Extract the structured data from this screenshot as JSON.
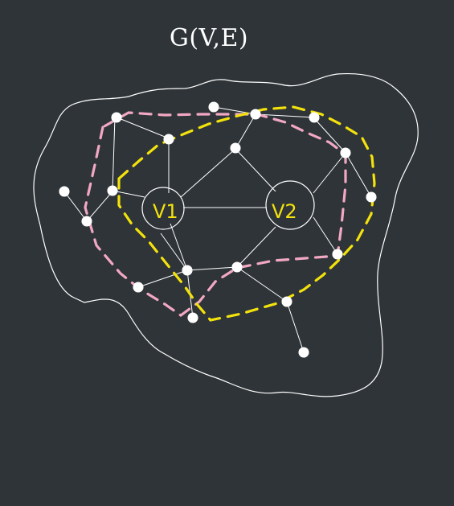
{
  "diagram": {
    "title": "G(V,E)",
    "labels": {
      "v1": "V1",
      "v2": "V2"
    },
    "colors": {
      "background": "#2f3438",
      "outline": "#ffffff",
      "pink_path": "#f2a8c3",
      "yellow_path": "#f3e20c",
      "v2_label": "#f3e20c"
    }
  }
}
